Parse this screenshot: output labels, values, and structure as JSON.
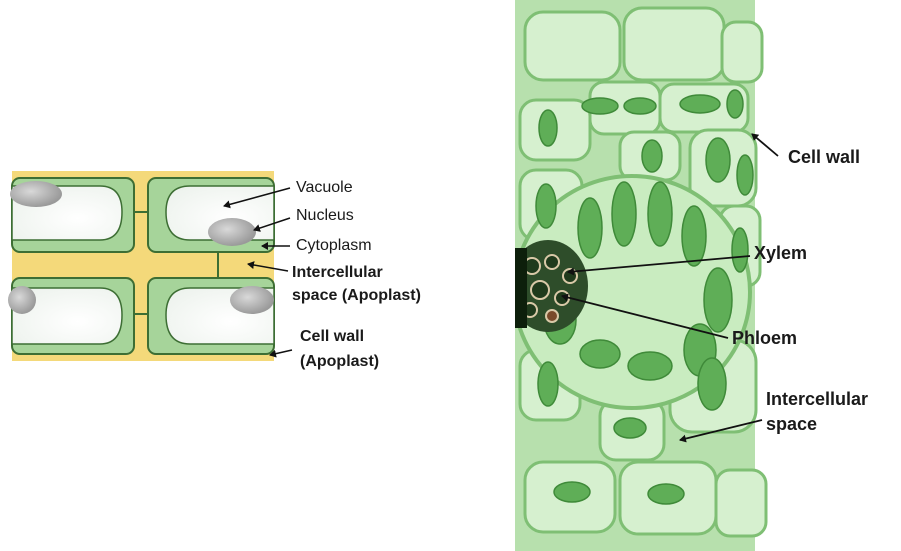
{
  "left_diagram": {
    "labels": {
      "vacuole": "Vacuole",
      "nucleus": "Nucleus",
      "cytoplasm": "Cytoplasm",
      "intercellular_line1": "Intercellular",
      "intercellular_line2": "space (Apoplast)",
      "cellwall_line1": "Cell wall",
      "cellwall_line2": "(Apoplast)"
    },
    "colors": {
      "cell_wall": "#f4d97a",
      "cytoplasm": "#a6d49a",
      "outline": "#3d6e34",
      "vacuole": "#ffffff",
      "nucleus": "#b0b0b0"
    }
  },
  "right_micrograph": {
    "labels": {
      "cell_wall": "Cell wall",
      "xylem": "Xylem",
      "phloem": "Phloem",
      "intercellular_line1": "Intercellular",
      "intercellular_line2": "space"
    },
    "colors": {
      "cell_fill": "#c9ecc0",
      "cell_edge": "#7fbf74",
      "chloroplast": "#5fae57",
      "xylem_dark": "#1f3a1c"
    }
  }
}
